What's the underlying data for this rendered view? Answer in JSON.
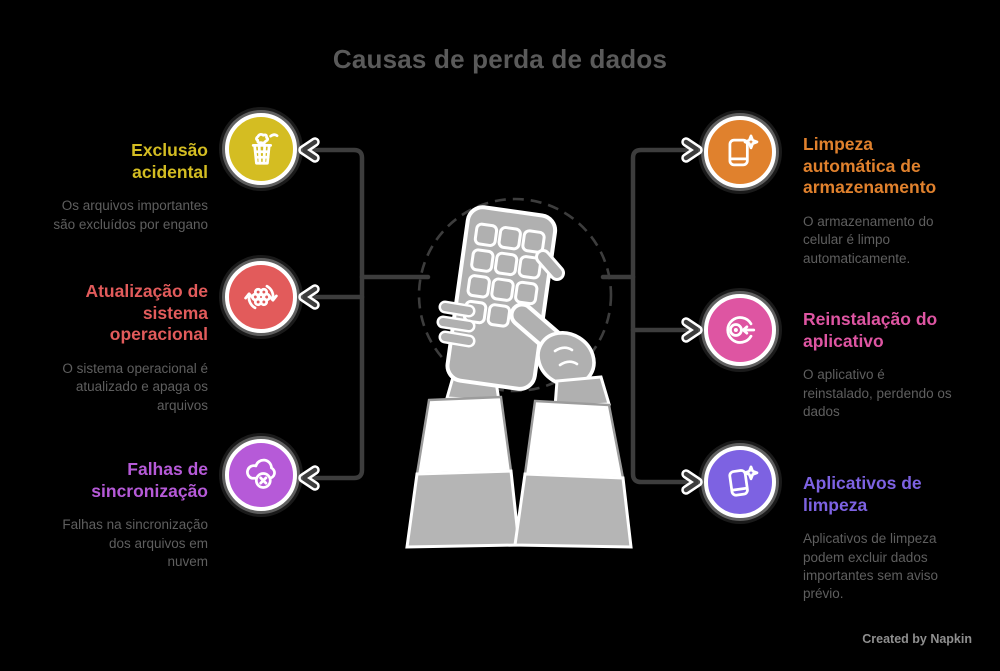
{
  "title": "Causas de perda de dados",
  "watermark": "Created by Napkin",
  "connector_color": "#3d3d3d",
  "center": {
    "illustration": "hands-tapping-smartphone"
  },
  "left_items": [
    {
      "title": "Exclusão\nacidental",
      "description": "Os arquivos importantes\nsão excluídos por engano",
      "color": "#d4bd22",
      "icon": "trash-bin-icon"
    },
    {
      "title": "Atualização de\nsistema\noperacional",
      "description": "O sistema operacional é\natualizado e apaga os\narquivos",
      "color": "#e25b5b",
      "icon": "system-update-icon"
    },
    {
      "title": "Falhas de\nsincronização",
      "description": "Falhas na sincronização\ndos arquivos em\nnuvem",
      "color": "#b65ad8",
      "icon": "cloud-sync-error-icon"
    }
  ],
  "right_items": [
    {
      "title": "Limpeza\nautomática de\narmazenamento",
      "description": "O armazenamento do\ncelular é limpo\nautomaticamente.",
      "color": "#e0812d",
      "icon": "storage-clean-icon"
    },
    {
      "title": "Reinstalação do\naplicativo",
      "description": "O aplicativo é\nreinstalado, perdendo os\ndados",
      "color": "#de55a2",
      "icon": "app-reinstall-icon"
    },
    {
      "title": "Aplicativos de\nlimpeza",
      "description": "Aplicativos de limpeza\npodem excluir dados\nimportantes sem aviso\nprévio.",
      "color": "#7d62e2",
      "icon": "cleaner-app-icon"
    }
  ]
}
